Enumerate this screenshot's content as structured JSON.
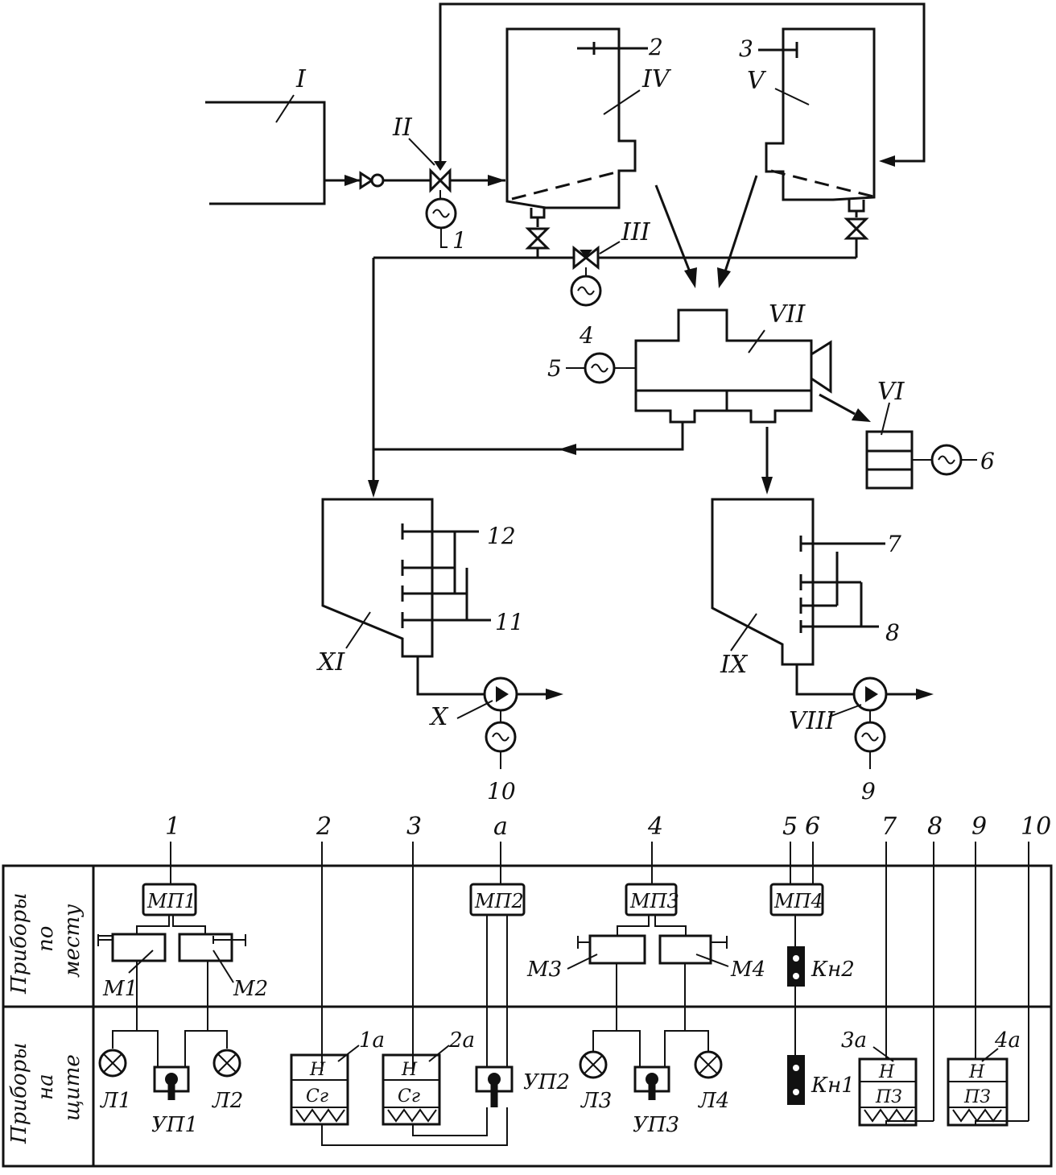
{
  "scheme": {
    "units": {
      "I": "I",
      "II": "II",
      "III": "III",
      "IV": "IV",
      "V": "V",
      "VI": "VI",
      "VII": "VII",
      "VIII": "VIII",
      "IX": "IX",
      "X": "X",
      "XI": "XI"
    },
    "sensors": {
      "s1": "1",
      "s2": "2",
      "s3": "3",
      "s4": "4",
      "s5": "5",
      "s6": "6",
      "s7": "7",
      "s8": "8",
      "s9": "9",
      "s10": "10",
      "s11": "11",
      "s12": "12"
    }
  },
  "panel": {
    "row_local": "Приборы по месту",
    "row_board": "Приборы на щите",
    "row_local_lines": [
      "Приборы",
      "по",
      "месту"
    ],
    "row_board_lines": [
      "Приборы",
      "на",
      "щите"
    ],
    "columns": [
      "1",
      "2",
      "3",
      "a",
      "4",
      "5",
      "6",
      "7",
      "8",
      "9",
      "10"
    ],
    "starters": {
      "mp1": "МП1",
      "mp2": "МП2",
      "mp3": "МП3",
      "mp4": "МП4"
    },
    "motors": {
      "m1": "М1",
      "m2": "М2",
      "m3": "М3",
      "m4": "М4"
    },
    "lamps": {
      "l1": "Л1",
      "l2": "Л2",
      "l3": "Л3",
      "l4": "Л4"
    },
    "switches": {
      "up1": "УП1",
      "up2": "УП2",
      "up3": "УП3"
    },
    "buttons": {
      "kn1": "Кн1",
      "kn2": "Кн2"
    },
    "relays": {
      "r1a": {
        "tag": "1а",
        "top": "Н",
        "bottom": "Сг"
      },
      "r2a": {
        "tag": "2а",
        "top": "Н",
        "bottom": "Сг"
      },
      "r3a": {
        "tag": "3а",
        "top": "Н",
        "bottom": "ПЗ"
      },
      "r4a": {
        "tag": "4а",
        "top": "Н",
        "bottom": "ПЗ"
      }
    }
  }
}
